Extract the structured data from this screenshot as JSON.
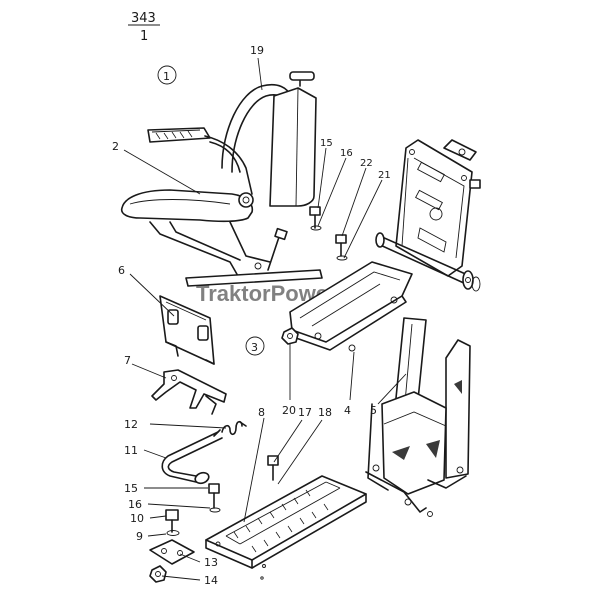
{
  "sheet": {
    "number": "343",
    "index": "1"
  },
  "groups": [
    "1",
    "3"
  ],
  "watermark": "TraktorPower.sk",
  "callouts": [
    "19",
    "2",
    "15",
    "16",
    "22",
    "21",
    "6",
    "3",
    "7",
    "20",
    "4",
    "5",
    "12",
    "17",
    "18",
    "8",
    "11",
    "15",
    "16",
    "10",
    "9",
    "13",
    "14"
  ],
  "colors": {
    "ink": "#1a1a1a",
    "watermark": "#e07a6a"
  }
}
